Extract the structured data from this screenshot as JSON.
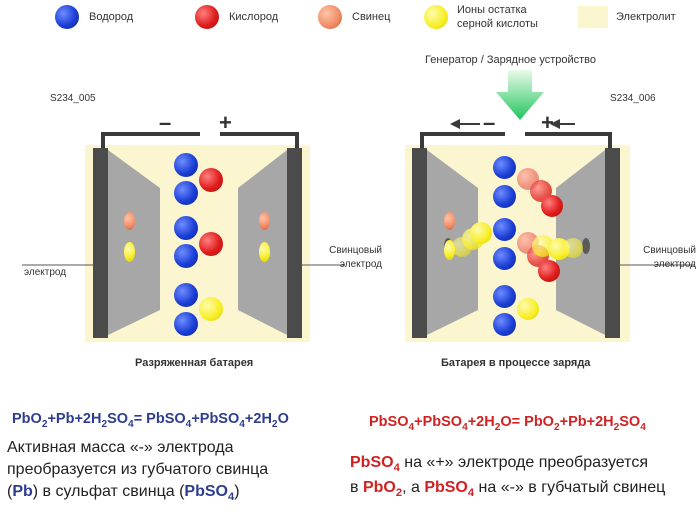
{
  "legend": {
    "hydrogen": "Водород",
    "oxygen": "Кислород",
    "lead": "Свинец",
    "sulfate_ions": "Ионы остатка серной кислоты",
    "electrolyte": "Электролит"
  },
  "colors": {
    "hydrogen": "#1b3fd6",
    "oxygen": "#e01d1d",
    "lead": "#f08a64",
    "sulfate": "#f7ee21",
    "electrolyte": "#fbf6d0",
    "equation_blue": "#2e3d8f",
    "equation_red": "#d12222"
  },
  "left_panel": {
    "code": "S234_005",
    "minus": "–",
    "plus": "+",
    "electrode_label": "электрод",
    "right_electrode_label": "Свинцовый электрод",
    "caption": "Разряженная батарея"
  },
  "right_panel": {
    "code": "S234_006",
    "generator": "Генератор / Зарядное устройство",
    "minus": "–",
    "plus": "+",
    "right_electrode_label": "Свинцовый электрод",
    "caption": "Батарея в процессе заряда"
  },
  "equations": {
    "discharge": "PbO2+Pb+2H2SO4= PbSO4+PbSO4+2H2O",
    "charge": "PbSO4+PbSO4+2H2O= PbO2+Pb+2H2SO4"
  },
  "text_left": {
    "line1": "Активная масса «-» электрода",
    "line2": "преобразуется из губчатого свинца",
    "line3_a": "(",
    "line3_pb": "Pb",
    "line3_b": ") в сульфат свинца (",
    "line3_pbso4": "PbSO4",
    "line3_c": ")"
  },
  "text_right": {
    "l1_pbso4": "PbSO4",
    "l1_rest": " на «+» электроде преобразуется",
    "l2_a": "в ",
    "l2_pbo2": "PbO2",
    "l2_b": ", а ",
    "l2_pbso4": "PbSO4",
    "l2_c": " на «-» в губчатый свинец"
  }
}
